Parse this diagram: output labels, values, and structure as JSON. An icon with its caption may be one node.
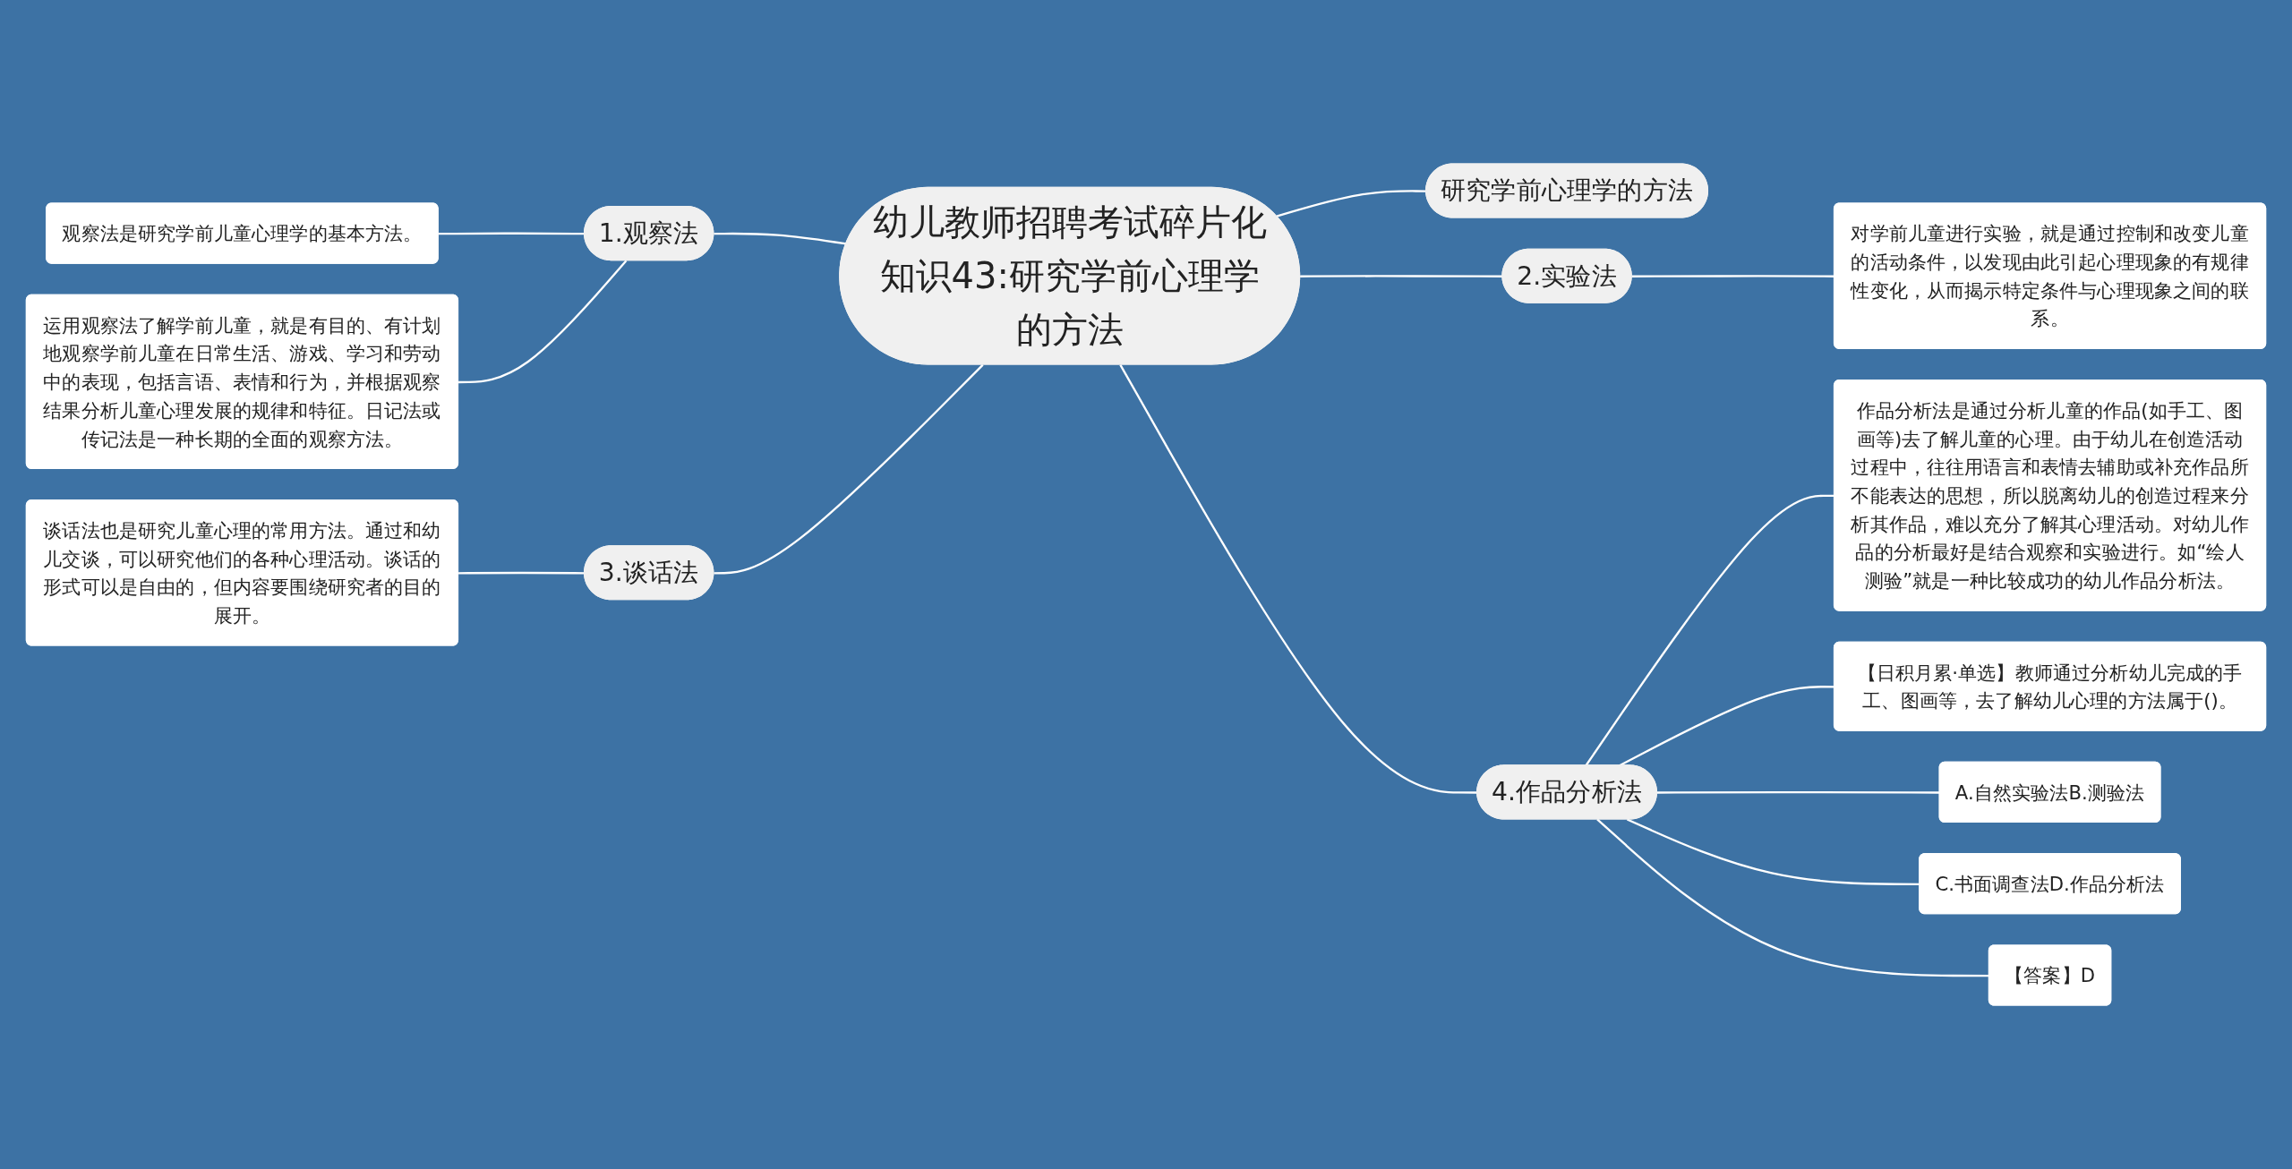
{
  "diagram": {
    "nodes": [
      {
        "text": [
          "幼儿教师招聘考试碎片化知识43:研究学前心理学的方法"
        ]
      },
      {
        "text": [
          "研究学前心理学的方法"
        ]
      },
      {
        "text": [
          "1.观察法"
        ]
      },
      {
        "text": [
          "观察法是研究学前儿童心理学的基本方法。"
        ]
      },
      {
        "text": [
          "运用观察法了解学前儿童，就是有目的、有计划地观察学前儿童在日常生活、游戏、学习和劳动中的表现，包括言语、表情和行为，并根据观察结果分析儿童心理发展的规律和特征。日记法或传记法是一种长期的全面的观察方法。"
        ]
      },
      {
        "text": [
          "2.实验法"
        ]
      },
      {
        "text": [
          "对学前儿童进行实验，就是通过控制和改变儿童的活动条件，以发现由此引起心理现象的有规律性变化，从而揭示特定条件与心理现象之间的联系。"
        ]
      },
      {
        "text": [
          "3.谈话法"
        ]
      },
      {
        "text": [
          "谈话法也是研究儿童心理的常用方法。通过和幼儿交谈，可以研究他们的各种心理活动。谈话的形式可以是自由的，但内容要围绕研究者的目的展开。"
        ]
      },
      {
        "text": [
          "4.作品分析法"
        ]
      },
      {
        "text": [
          "作品分析法是通过分析儿童的作品(如手工、图画等)去了解儿童的心理。由于幼儿在创造活动过程中，往往用语言和表情去辅助或补充作品所不能表达的思想，所以脱离幼儿的创造过程来分析其作品，难以充分了解其心理活动。对幼儿作品的分析最好是结合观察和实验进行。如“绘人测验”就是一种比较成功的幼儿作品分析法。"
        ]
      },
      {
        "text": [
          "【日积月累·单选】教师通过分析幼儿完成的手工、图画等，去了解幼儿心理的方法属于()。"
        ]
      },
      {
        "text": [
          "A.自然实验法B.测验法"
        ]
      },
      {
        "text": [
          "C.书面调查法D.作品分析法"
        ]
      },
      {
        "text": [
          "【答案】D"
        ]
      }
    ],
    "edges": [
      {
        "from": 0,
        "to": 1,
        "arrow": "none"
      },
      {
        "from": 0,
        "to": 2,
        "arrow": "none"
      },
      {
        "from": 2,
        "to": 3,
        "arrow": "none"
      },
      {
        "from": 2,
        "to": 4,
        "arrow": "none"
      },
      {
        "from": 0,
        "to": 5,
        "arrow": "none"
      },
      {
        "from": 5,
        "to": 6,
        "arrow": "none"
      },
      {
        "from": 0,
        "to": 7,
        "arrow": "none"
      },
      {
        "from": 7,
        "to": 8,
        "arrow": "none"
      },
      {
        "from": 0,
        "to": 9,
        "arrow": "none"
      },
      {
        "from": 9,
        "to": 10,
        "arrow": "none"
      },
      {
        "from": 9,
        "to": 11,
        "arrow": "none"
      },
      {
        "from": 9,
        "to": 12,
        "arrow": "none"
      },
      {
        "from": 9,
        "to": 13,
        "arrow": "none"
      },
      {
        "from": 9,
        "to": 14,
        "arrow": "none"
      }
    ]
  }
}
